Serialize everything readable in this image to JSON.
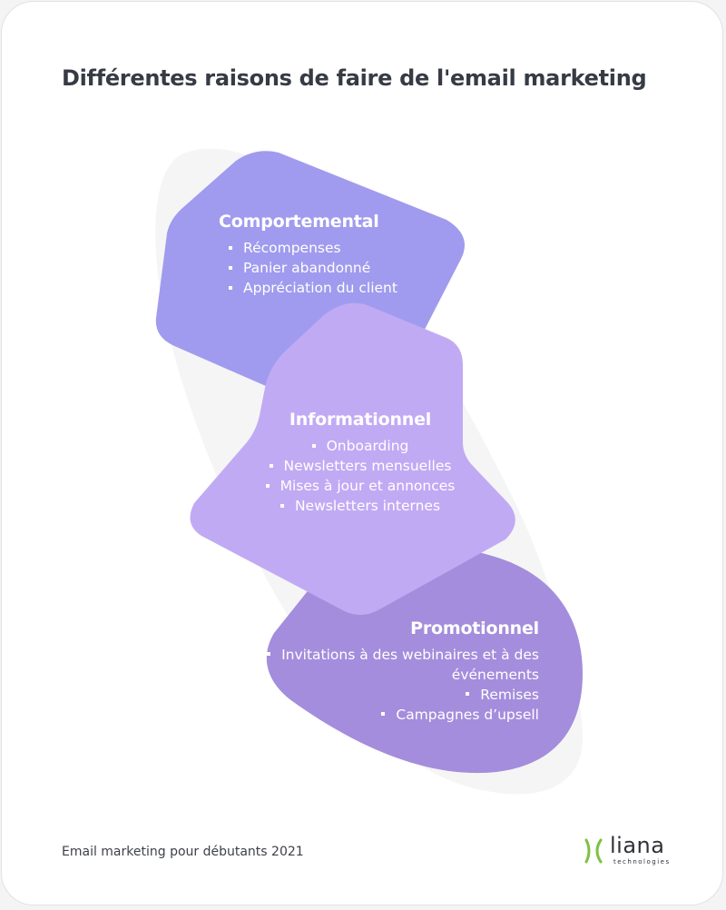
{
  "title": "Différentes raisons de faire de l'email marketing",
  "blocks": [
    {
      "heading": "Comportemental",
      "color": "#a09bee",
      "items": [
        "Récompenses",
        "Panier abandonné",
        "Appréciation du client"
      ]
    },
    {
      "heading": "Informationnel",
      "color": "#c1aaf4",
      "items": [
        "Onboarding",
        "Newsletters mensuelles",
        "Mises à jour et annonces",
        "Newsletters internes"
      ]
    },
    {
      "heading": "Promotionnel",
      "color": "#a48ddc",
      "items": [
        "Invitations à des webinaires et à des événements",
        "Remises",
        "Campagnes d’upsell"
      ]
    }
  ],
  "footer": "Email marketing pour débutants 2021",
  "logo": {
    "word": "liana",
    "sub": "technologies",
    "mark_color": "#7cc242"
  }
}
